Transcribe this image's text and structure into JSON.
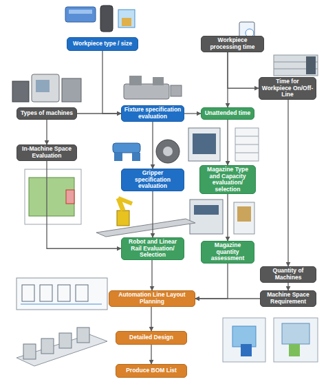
{
  "diagram": {
    "nodes": [
      {
        "text": [
          "Workpiece type / size"
        ]
      },
      {
        "text": [
          "Workpiece processing time"
        ]
      },
      {
        "text": [
          "Time for Workpiece On/Off-Line"
        ]
      },
      {
        "text": [
          "Types of machines"
        ]
      },
      {
        "text": [
          "Fixture specification evaluation"
        ]
      },
      {
        "text": [
          "Unattended time"
        ]
      },
      {
        "text": [
          "In-Machine Space Evaluation"
        ]
      },
      {
        "text": [
          "Gripper specification evaluation"
        ]
      },
      {
        "text": [
          "Magazine Type and Capacity evaluation/ selection"
        ]
      },
      {
        "text": [
          "Robot and Linear Rail Evaluation/ Selection"
        ]
      },
      {
        "text": [
          "Magazine quantity assessment"
        ]
      },
      {
        "text": [
          "Quantity of Machines"
        ]
      },
      {
        "text": [
          "Automation Line Layout Planning"
        ]
      },
      {
        "text": [
          "Machine Space Requirement"
        ]
      },
      {
        "text": [
          "Detailed Design"
        ]
      },
      {
        "text": [
          "Produce BOM List"
        ]
      }
    ],
    "edges": [
      {
        "from": 0,
        "to": 4,
        "arrow": "to"
      },
      {
        "from": 3,
        "to": 4,
        "arrow": "to"
      },
      {
        "from": 1,
        "to": 5,
        "arrow": "to"
      },
      {
        "from": 1,
        "to": 2,
        "arrow": "to"
      },
      {
        "from": 4,
        "to": 5,
        "arrow": "to"
      },
      {
        "from": 3,
        "to": 6,
        "arrow": "to"
      },
      {
        "from": 4,
        "to": 7,
        "arrow": "to"
      },
      {
        "from": 5,
        "to": 8,
        "arrow": "to"
      },
      {
        "from": 6,
        "to": 9,
        "arrow": "to"
      },
      {
        "from": 7,
        "to": 9,
        "arrow": "to"
      },
      {
        "from": 8,
        "to": 10,
        "arrow": "to"
      },
      {
        "from": 2,
        "to": 11,
        "arrow": "to"
      },
      {
        "from": 9,
        "to": 12,
        "arrow": "to"
      },
      {
        "from": 10,
        "to": 12,
        "arrow": "to"
      },
      {
        "from": 11,
        "to": 13,
        "arrow": "to"
      },
      {
        "from": 13,
        "to": 12,
        "arrow": "to"
      },
      {
        "from": 12,
        "to": 14,
        "arrow": "to"
      },
      {
        "from": 14,
        "to": 15,
        "arrow": "to"
      }
    ]
  }
}
